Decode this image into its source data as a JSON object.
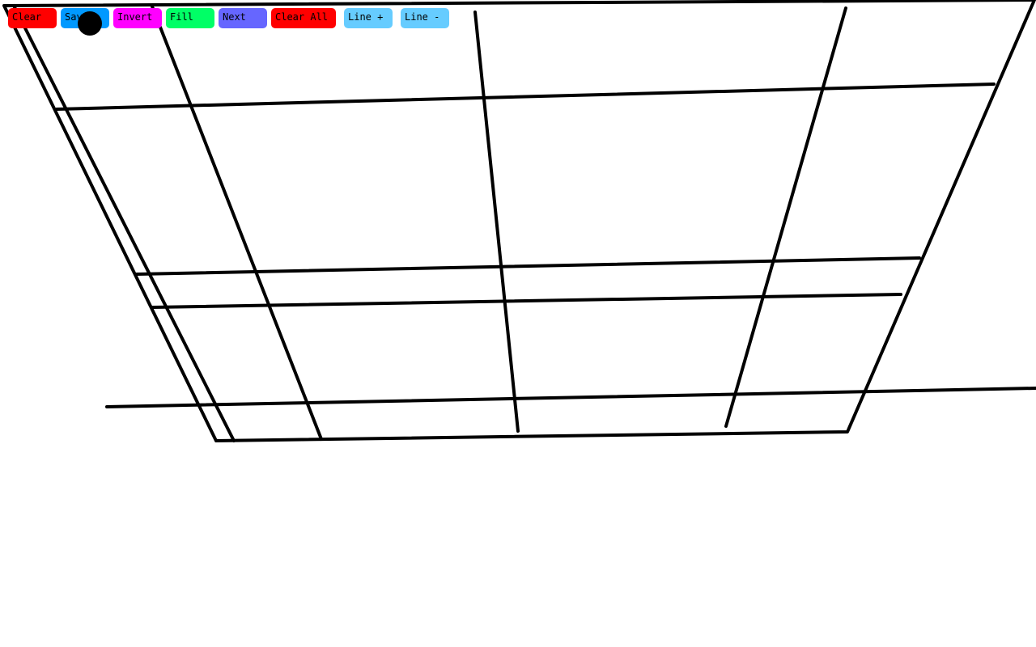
{
  "toolbar": {
    "buttons": [
      {
        "label": "Clear",
        "color": "#ff0000"
      },
      {
        "label": "Save",
        "color": "#0099ff"
      },
      {
        "label": "Invert",
        "color": "#ff00ff"
      },
      {
        "label": "Fill",
        "color": "#00ff66"
      },
      {
        "label": "Next",
        "color": "#6666ff"
      },
      {
        "label": "Clear All",
        "color": "#ff0000"
      },
      {
        "label": "Line +",
        "color": "#66ccff"
      },
      {
        "label": "Line -",
        "color": "#66ccff"
      }
    ]
  },
  "canvas": {
    "background": "#ffffff",
    "stroke_color": "#000000"
  },
  "cursor": {
    "color": "#000000"
  }
}
